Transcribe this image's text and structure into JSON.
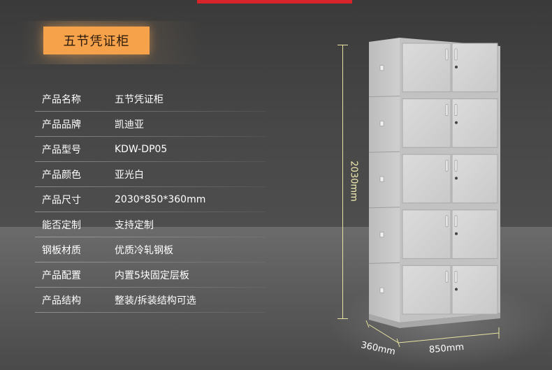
{
  "title": "五节凭证柜",
  "specs": [
    {
      "label": "产品名称",
      "value": "五节凭证柜"
    },
    {
      "label": "产品品牌",
      "value": "凯迪亚"
    },
    {
      "label": "产品型号",
      "value": "KDW-DP05"
    },
    {
      "label": "产品颜色",
      "value": "亚光白"
    },
    {
      "label": "产品尺寸",
      "value": "2030*850*360mm"
    },
    {
      "label": "能否定制",
      "value": "支持定制"
    },
    {
      "label": "钢板材质",
      "value": "优质冷轧钢板"
    },
    {
      "label": "产品配置",
      "value": "内置5块固定层板"
    },
    {
      "label": "产品结构",
      "value": "整装/拆装结构可选"
    }
  ],
  "dimensions": {
    "height": "2030mm",
    "width": "850mm",
    "depth": "360mm"
  },
  "colors": {
    "accent_red": "#d8232a",
    "title_orange": "#f6a24a",
    "dimension_yellow": "#e9e4a3",
    "cabinet_gray": "#d4d4d4"
  },
  "cabinet_sections": 5
}
